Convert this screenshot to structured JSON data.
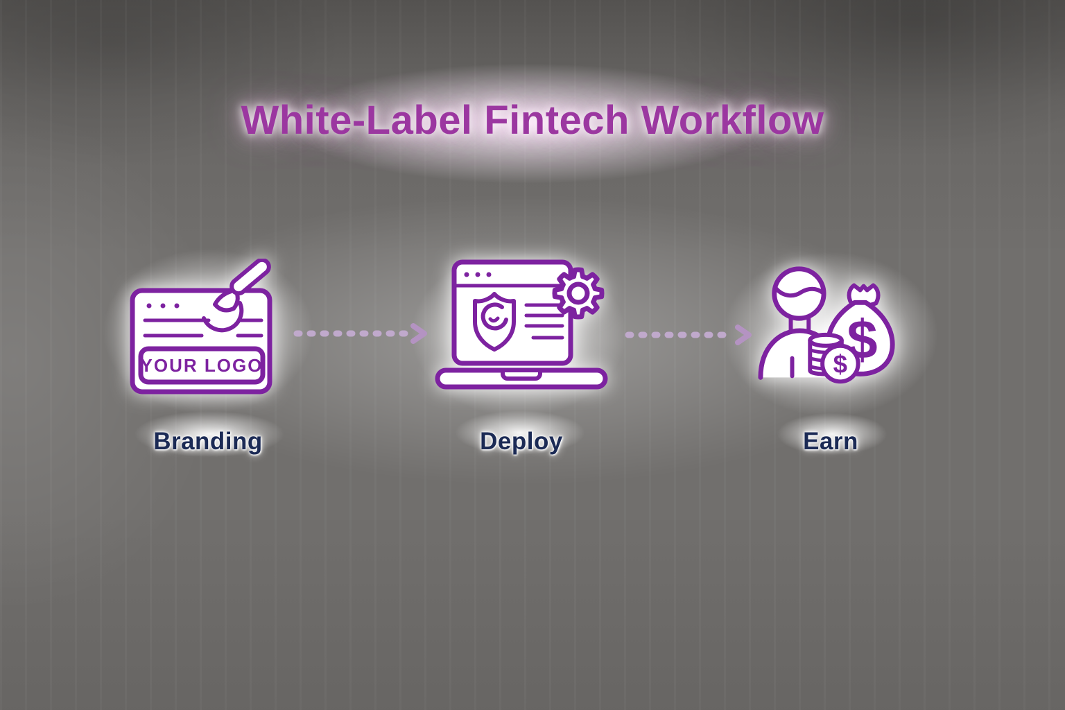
{
  "title": "White-Label Fintech Workflow",
  "steps": [
    {
      "label": "Branding",
      "icon": "branding-browser-paintbrush-icon",
      "logo_placeholder": "YOUR LOGO"
    },
    {
      "label": "Deploy",
      "icon": "deploy-laptop-shield-gear-icon"
    },
    {
      "label": "Earn",
      "icon": "earn-person-money-icon",
      "money_bag_symbol": "$",
      "coin_symbol": "$"
    }
  ],
  "connectors": [
    {
      "type": "dashed-arrow",
      "from": "Branding",
      "to": "Deploy"
    },
    {
      "type": "dashed-arrow",
      "from": "Deploy",
      "to": "Earn"
    }
  ],
  "colors": {
    "title_text": "#9b37a0",
    "icon_stroke": "#7d22a0",
    "icon_fill": "#ffffff",
    "step_label_text": "#1b2a55",
    "arrow": "#c0a9cc",
    "arrow_head": "#b493c2",
    "background_gray": "#716f6d",
    "glow": "#ffffff",
    "title_glow": "#fef2fd"
  }
}
